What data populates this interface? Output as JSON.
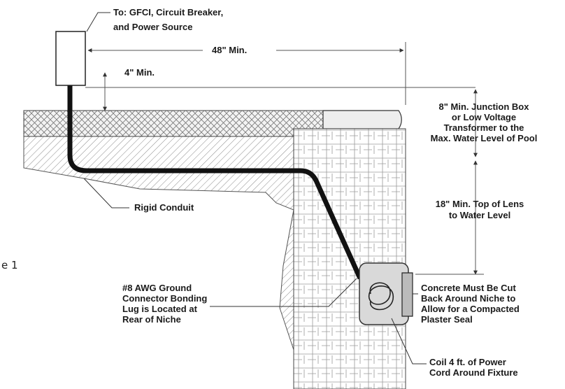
{
  "side_fragment": "e 1",
  "labels": {
    "power_source_line1": "To: GFCI, Circuit Breaker,",
    "power_source_line2": "and Power Source",
    "dim_48": "48\" Min.",
    "dim_4": "4\" Min.",
    "junction_line1": "8\" Min. Junction Box",
    "junction_line2": "or Low Voltage",
    "junction_line3": "Transformer to the",
    "junction_line4": "Max. Water Level of Pool",
    "lens_line1": "18\" Min. Top of Lens",
    "lens_line2": "to Water Level",
    "rigid_conduit": "Rigid Conduit",
    "ground_line1": "#8 AWG Ground",
    "ground_line2": "Connector Bonding",
    "ground_line3": "Lug is Located at",
    "ground_line4": "Rear of Niche",
    "concrete_line1": "Concrete Must Be Cut",
    "concrete_line2": "Back Around Niche to",
    "concrete_line3": "Allow for a Compacted",
    "concrete_line4": "Plaster Seal",
    "coil_line1": "Coil 4 ft. of Power",
    "coil_line2": "Cord Around Fixture"
  }
}
